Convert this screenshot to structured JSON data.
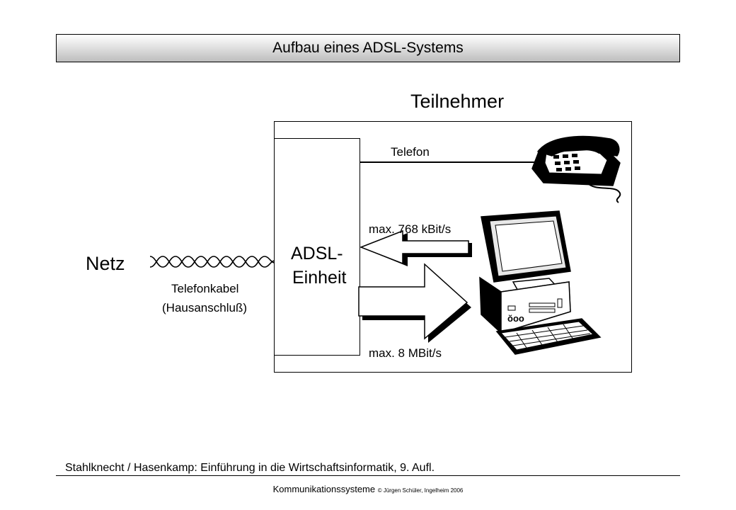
{
  "header": {
    "title": "Aufbau eines ADSL-Systems"
  },
  "diagram": {
    "subscriber_label": "Teilnehmer",
    "adsl_unit": {
      "line1": "ADSL-",
      "line2": "Einheit"
    },
    "telephone_label": "Telefon",
    "upstream_label": "max. 768 kBit/s",
    "downstream_label": "max. 8 MBit/s",
    "network_label": "Netz",
    "cable_label": {
      "line1": "Telefonkabel",
      "line2": "(Hausanschluß)"
    },
    "pc_logo_text": "ŏoo",
    "icons": [
      "telephone-icon",
      "computer-icon",
      "twisted-pair-cable-icon",
      "arrow-left-icon",
      "arrow-right-icon"
    ]
  },
  "footer": {
    "source": "Stahlknecht / Hasenkamp: Einführung in die Wirtschaftsinformatik, 9. Aufl.",
    "course": "Kommunikationssysteme",
    "copyright": "© Jürgen Schüler, Ingelheim 2006"
  }
}
